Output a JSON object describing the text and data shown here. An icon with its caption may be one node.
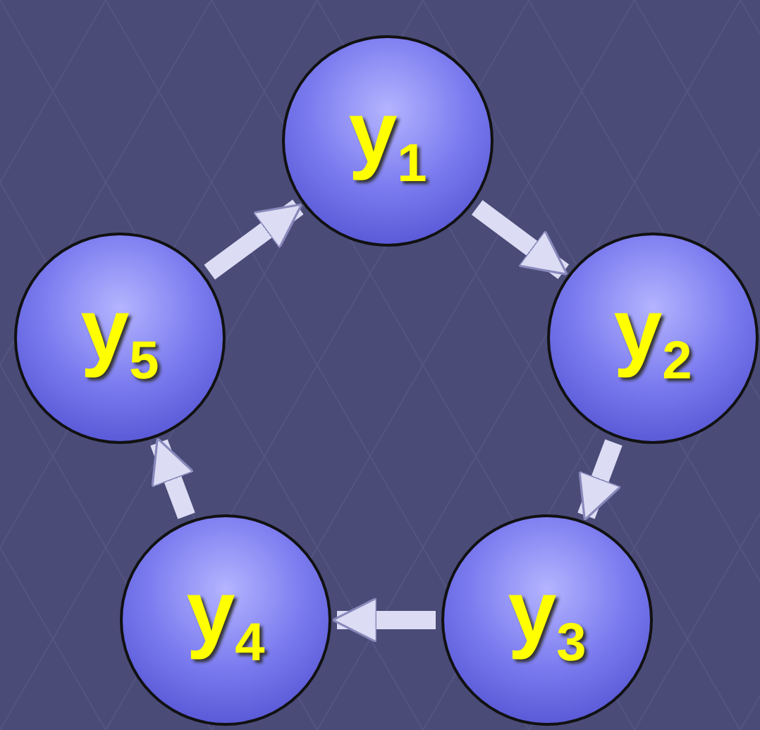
{
  "diagram": {
    "nodes": [
      {
        "text": [
          "y$_{1}$"
        ]
      },
      {
        "text": [
          "y$_{2}$"
        ]
      },
      {
        "text": [
          "y$_{3}$"
        ]
      },
      {
        "text": [
          "y$_{4}$"
        ]
      },
      {
        "text": [
          "y$_{5}$"
        ]
      }
    ],
    "edges": [
      {
        "from": 0,
        "to": 1,
        "arrow": "to"
      },
      {
        "from": 1,
        "to": 2,
        "arrow": "to"
      },
      {
        "from": 2,
        "to": 3,
        "arrow": "to"
      },
      {
        "from": 3,
        "to": 4,
        "arrow": "to"
      },
      {
        "from": 4,
        "to": 0,
        "arrow": "to"
      }
    ]
  }
}
